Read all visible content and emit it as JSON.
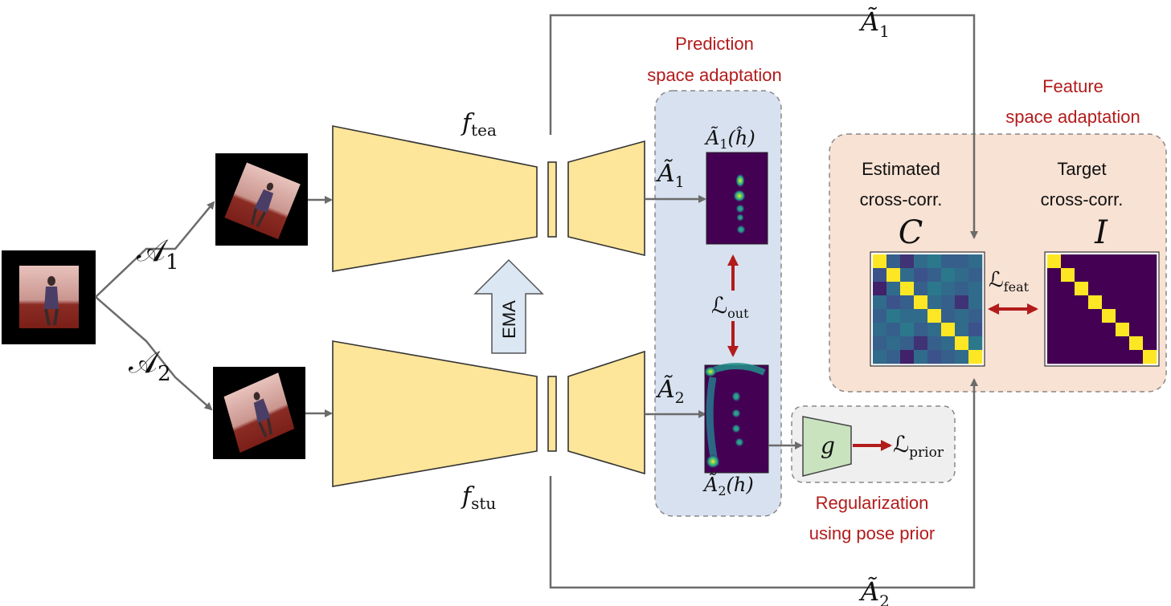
{
  "labels": {
    "A1": "𝒜",
    "A1_sub": "1",
    "A2": "𝒜",
    "A2_sub": "2",
    "A1_tilde": "Ã",
    "A1_tilde_sub": "1",
    "A2_tilde": "Ã",
    "A2_tilde_sub": "2",
    "f_tea": "f",
    "f_tea_sub": "tea",
    "f_stu": "f",
    "f_stu_sub": "stu",
    "ema": "EMA",
    "A1_hat_h": "Ã",
    "A1_hat_h_sub": "1",
    "A1_hat_h_arg": "(ĥ)",
    "A2_h": "Ã",
    "A2_h_sub": "2",
    "A2_h_arg": "(h)",
    "L_out": "ℒ",
    "L_out_sub": "out",
    "L_feat": "ℒ",
    "L_feat_sub": "feat",
    "L_prior": "ℒ",
    "L_prior_sub": "prior",
    "g": "g",
    "C": "C",
    "I": "I"
  },
  "sections": {
    "prediction": [
      "Prediction",
      "space adaptation"
    ],
    "feature": [
      "Feature",
      "space adaptation"
    ],
    "regularization": [
      "Regularization",
      "using pose prior"
    ]
  },
  "matrices": {
    "estimated": [
      "Estimated",
      "cross-corr."
    ],
    "target": [
      "Target",
      "cross-corr."
    ],
    "estimated_values": [
      [
        1.0,
        0.3,
        0.15,
        0.35,
        0.4,
        0.3,
        0.3,
        0.35
      ],
      [
        0.25,
        1.0,
        0.35,
        0.25,
        0.3,
        0.4,
        0.35,
        0.3
      ],
      [
        0.1,
        0.35,
        1.0,
        0.3,
        0.4,
        0.35,
        0.3,
        0.35
      ],
      [
        0.35,
        0.25,
        0.3,
        1.0,
        0.35,
        0.3,
        0.15,
        0.35
      ],
      [
        0.3,
        0.4,
        0.35,
        0.35,
        1.0,
        0.3,
        0.35,
        0.3
      ],
      [
        0.35,
        0.3,
        0.4,
        0.3,
        0.35,
        1.0,
        0.35,
        0.25
      ],
      [
        0.3,
        0.35,
        0.3,
        0.15,
        0.3,
        0.35,
        1.0,
        0.4
      ],
      [
        0.35,
        0.3,
        0.1,
        0.35,
        0.25,
        0.3,
        0.35,
        1.0
      ]
    ],
    "target_size": 8
  },
  "colors": {
    "accent_red": "#b31b1b",
    "connector": "#6b6b6b",
    "encoder": "#fde59a",
    "prediction_panel": "#d8e1f0",
    "feature_panel": "#f8e2d4",
    "regularization_panel": "#efefef",
    "ema_arrow": "#dbe7f3",
    "prior_net": "#c9e3bf",
    "viridis_low": "#440154",
    "viridis_high": "#fde725"
  }
}
